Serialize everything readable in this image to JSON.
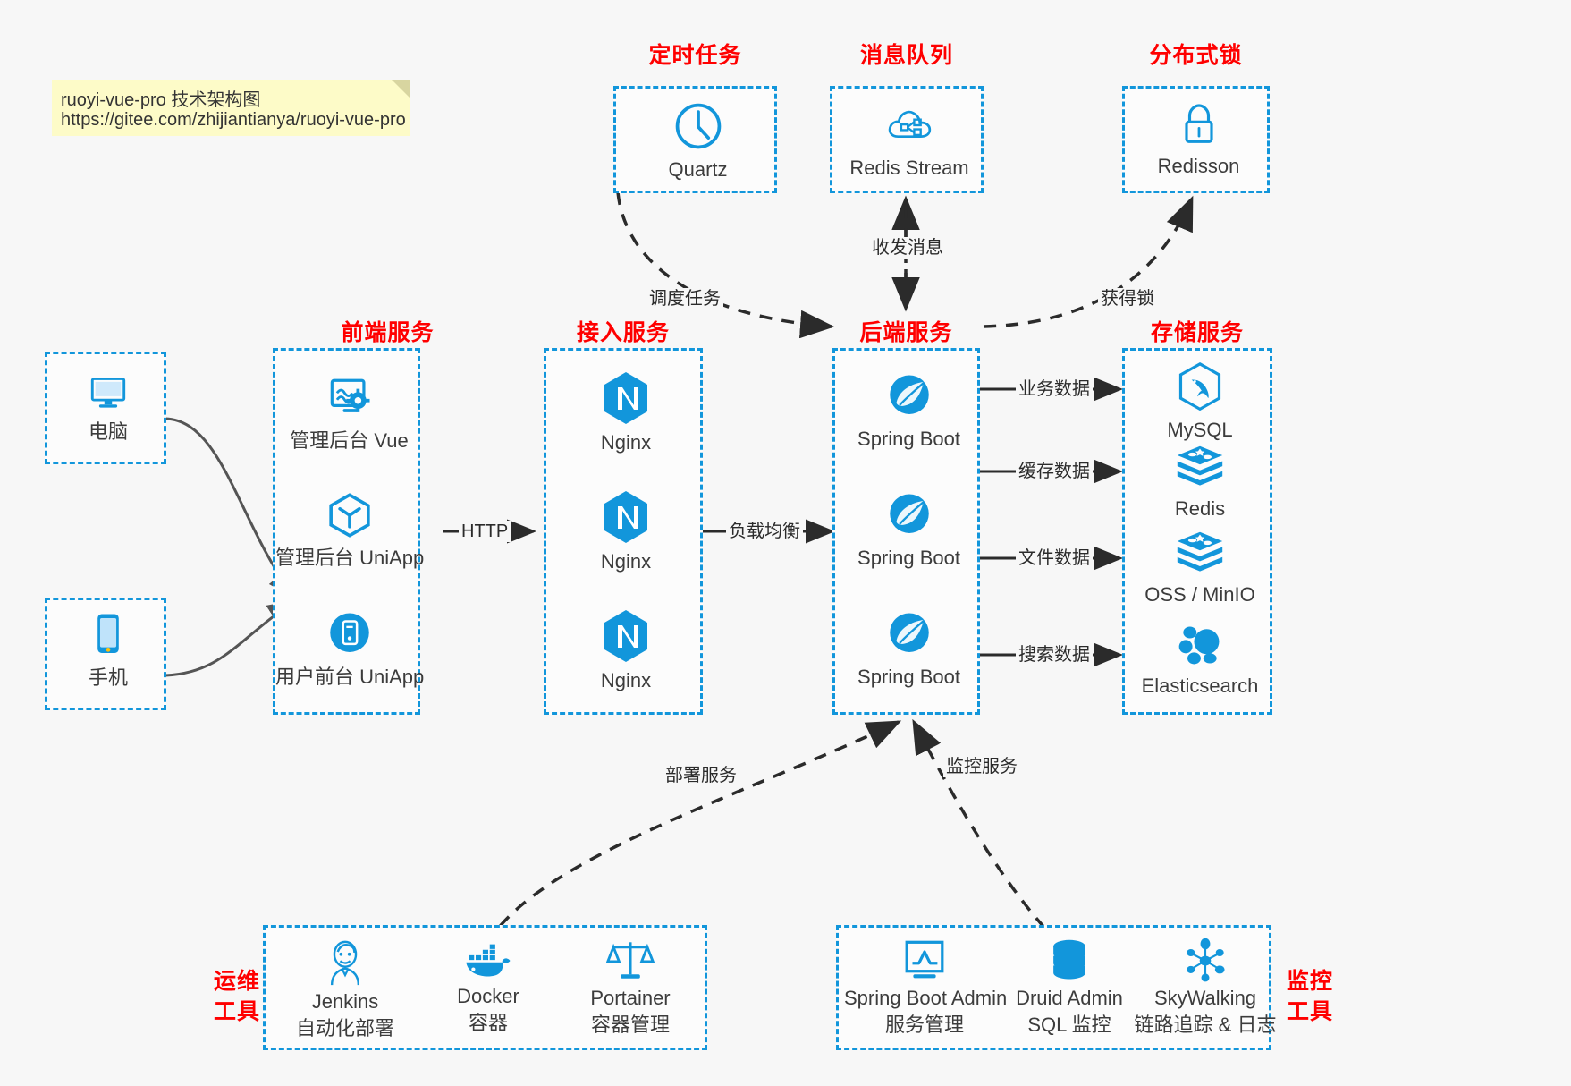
{
  "note": {
    "line1": "ruoyi-vue-pro 技术架构图",
    "line2": "https://gitee.com/zhijiantianya/ruoyi-vue-pro"
  },
  "groups": {
    "scheduled": {
      "title": "定时任务",
      "items": [
        {
          "label": "Quartz",
          "icon": "clock-icon"
        }
      ]
    },
    "mq": {
      "title": "消息队列",
      "items": [
        {
          "label": "Redis Stream",
          "icon": "cloud-node-icon"
        }
      ]
    },
    "lock": {
      "title": "分布式锁",
      "items": [
        {
          "label": "Redisson",
          "icon": "lock-icon"
        }
      ]
    },
    "clients": {
      "title": "",
      "items": [
        {
          "label": "电脑",
          "icon": "desktop-icon"
        },
        {
          "label": "手机",
          "icon": "phone-icon"
        }
      ]
    },
    "frontend": {
      "title": "前端服务",
      "items": [
        {
          "label": "管理后台 Vue",
          "icon": "dashboard-gear-icon"
        },
        {
          "label": "管理后台 UniApp",
          "icon": "cube-icon"
        },
        {
          "label": "用户前台 UniApp",
          "icon": "mobile-circle-icon"
        }
      ]
    },
    "gateway": {
      "title": "接入服务",
      "items": [
        {
          "label": "Nginx",
          "icon": "nginx-icon"
        },
        {
          "label": "Nginx",
          "icon": "nginx-icon"
        },
        {
          "label": "Nginx",
          "icon": "nginx-icon"
        }
      ]
    },
    "backend": {
      "title": "后端服务",
      "items": [
        {
          "label": "Spring Boot",
          "icon": "spring-leaf-icon"
        },
        {
          "label": "Spring Boot",
          "icon": "spring-leaf-icon"
        },
        {
          "label": "Spring Boot",
          "icon": "spring-leaf-icon"
        }
      ]
    },
    "storage": {
      "title": "存储服务",
      "items": [
        {
          "label": "MySQL",
          "icon": "mysql-dolphin-icon"
        },
        {
          "label": "Redis",
          "icon": "redis-stack-icon"
        },
        {
          "label": "OSS / MinIO",
          "icon": "redis-stack-icon"
        },
        {
          "label": "Elasticsearch",
          "icon": "elasticsearch-icon"
        }
      ]
    },
    "devops": {
      "title": "运维\n工具",
      "title_l1": "运维",
      "title_l2": "工具",
      "items": [
        {
          "label": "Jenkins",
          "sub": "自动化部署",
          "icon": "jenkins-butler-icon"
        },
        {
          "label": "Docker",
          "sub": "容器",
          "icon": "docker-whale-icon"
        },
        {
          "label": "Portainer",
          "sub": "容器管理",
          "icon": "scales-icon"
        }
      ]
    },
    "monitor": {
      "title_l1": "监控",
      "title_l2": "工具",
      "items": [
        {
          "label": "Spring Boot Admin",
          "sub": "服务管理",
          "icon": "monitor-chart-icon"
        },
        {
          "label": "Druid Admin",
          "sub": "SQL 监控",
          "icon": "database-icon"
        },
        {
          "label": "SkyWalking",
          "sub": "链路追踪 & 日志",
          "icon": "skywalking-icon"
        }
      ]
    }
  },
  "edges": {
    "http": "HTTP",
    "load_balance": "负载均衡",
    "schedule_task": "调度任务",
    "send_receive_message": "收发消息",
    "acquire_lock": "获得锁",
    "business_data": "业务数据",
    "cache_data": "缓存数据",
    "file_data": "文件数据",
    "search_data": "搜索数据",
    "deploy_service": "部署服务",
    "monitor_service": "监控服务"
  },
  "colors": {
    "accent": "#1296db",
    "title": "#ff0000",
    "text": "#3c3c3c",
    "background": "#f7f7f7",
    "note": "#fdfbc8",
    "wire": "#2b2b2b"
  }
}
